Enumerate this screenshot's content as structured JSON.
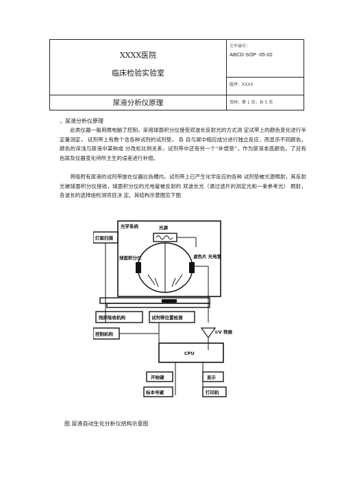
{
  "header": {
    "hospital": "XXXX医院",
    "lab": "临床检验实验室",
    "doc_no_label": "文件编号：",
    "doc_no": "ABCD-SOP -05-02",
    "version": "版序：XXXX",
    "title": "尿液分析仪原理",
    "page_info": "页码：第 1 页，共 5 页"
  },
  "body": {
    "section_heading": "、尿液分析仪原理",
    "paragraph1": "此类仪器一般用微电脑了控制，采用球面积分仪接受双波长反射光的方式测 定试带上的颜色变化进行半定量测定， 试剂带上有数个含各种试剂的试剂垫， 各 自与尿中相应成分进行独立反应，而显示不同颜色，颜色的深浅与尿液中某种成 分改权比例关系，试剂带中还有另一个“补偿垫”，作为尿液本底颜色，了对有 色尿及仪器变化待所主生的误差进行补偿。",
    "paragraph2": "将吸附有尿液的试剂带放在仪器比色槽内，试剂带上已产生化学反应的各种 试剂垫被光源照射，其反射光被球面积分仪接收，球面积分仪的光电管被反射的 双波长光（通过滤片的测定光和一束参考光） 照射，各波长的选择由检测项目决 定。其结构示意图见下图"
  },
  "diagram": {
    "optical_system": "光学系统",
    "light_source": "光源",
    "sphere_integrator": "球面积分仪",
    "filter_photocell": "滤色片 光电管",
    "lamp_scan": "灯驱扫描",
    "urine_absorb": "残尿吸收机构",
    "strip_detect": "试剂带位置检测",
    "control": "控制机构",
    "iv_convert": "I/V 转换",
    "cpu": "CPU",
    "start_key": "开始键",
    "display": "显示",
    "sample_no": "标本号键",
    "printer": "打印机"
  },
  "caption": "图 尿液自动生化分析仪结构示意图"
}
